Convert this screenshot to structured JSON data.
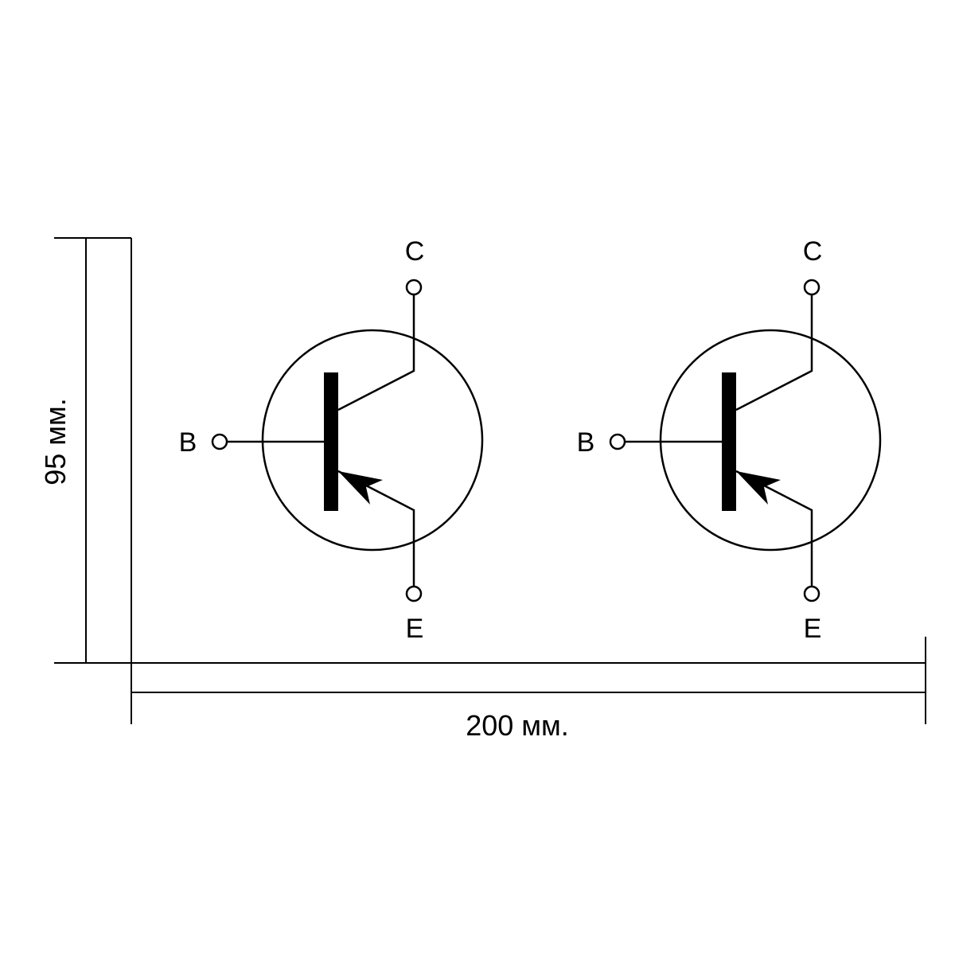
{
  "colors": {
    "ink": "#000000",
    "background": "#ffffff"
  },
  "dimensions": {
    "height_label": "95 мм.",
    "width_label": "200 мм."
  },
  "transistors": [
    {
      "collector_label": "C",
      "base_label": "B",
      "emitter_label": "E"
    },
    {
      "collector_label": "C",
      "base_label": "B",
      "emitter_label": "E"
    }
  ]
}
